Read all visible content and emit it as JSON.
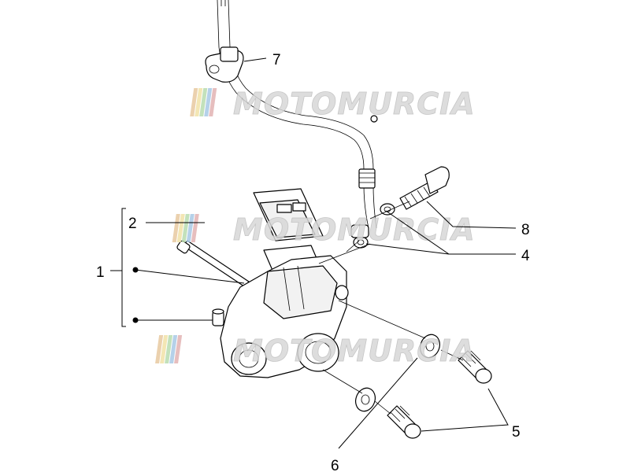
{
  "callouts": {
    "c1": "1",
    "c2": "2",
    "c4": "4",
    "c5": "5",
    "c6": "6",
    "c7": "7",
    "c8": "8"
  },
  "watermark": {
    "text": "MOTOMURCIA",
    "stripe_colors": [
      "#e8c9a0",
      "#f1e2a8",
      "#b9dcb0",
      "#a9c9e6",
      "#e2b3b3"
    ],
    "text_color": "#d8d8d8"
  }
}
